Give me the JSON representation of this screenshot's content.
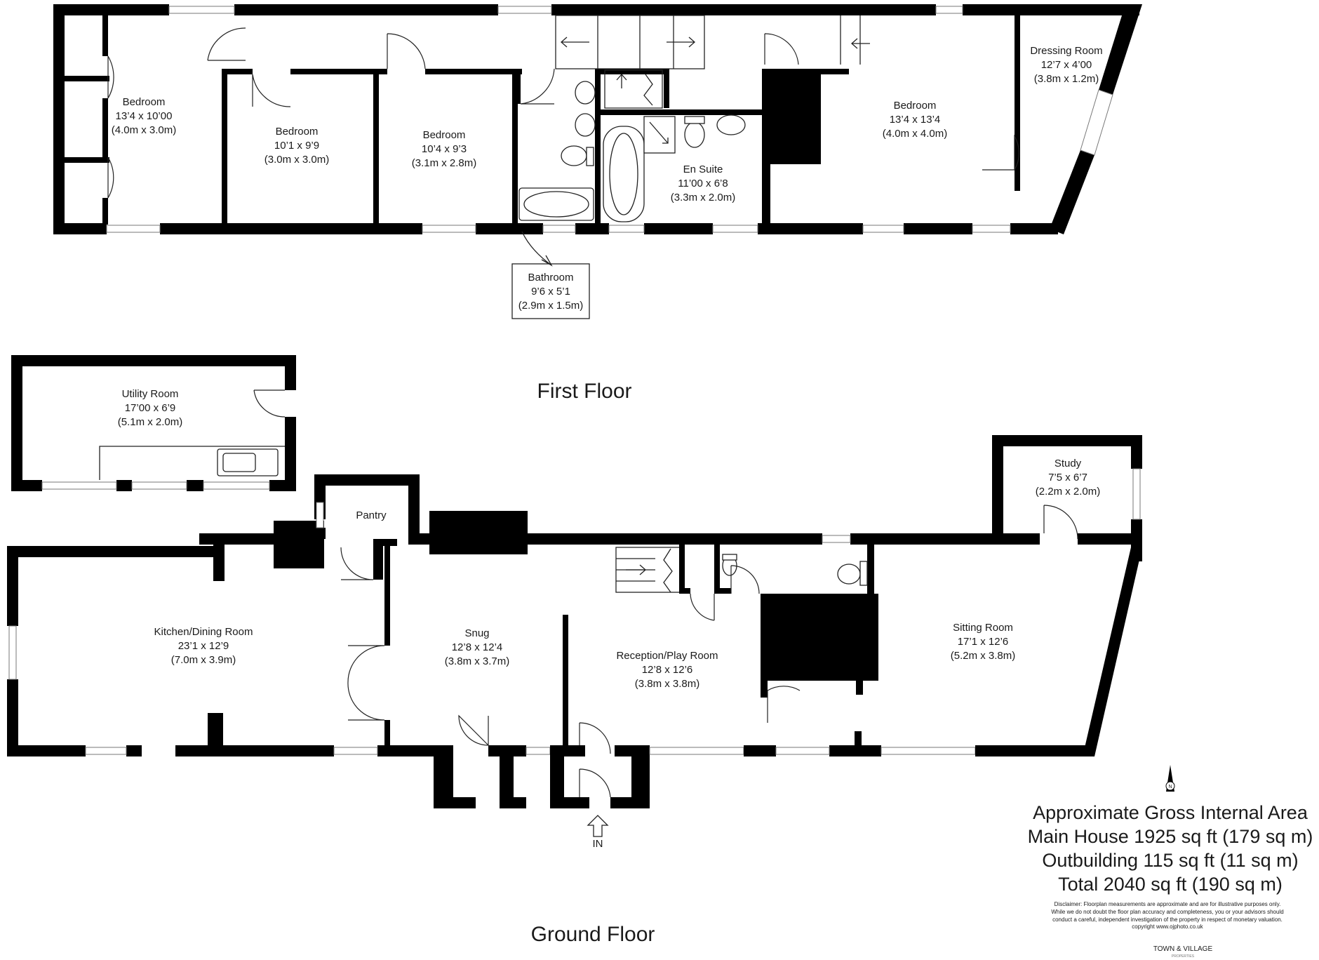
{
  "floors": {
    "first_floor": "First Floor",
    "ground_floor": "Ground Floor"
  },
  "rooms": [
    {
      "id": "bedroom-1",
      "name": "Bedroom",
      "imperial": "13’4 x 10’00",
      "metric": "(4.0m x 3.0m)"
    },
    {
      "id": "bedroom-2",
      "name": "Bedroom",
      "imperial": "10’1 x 9’9",
      "metric": "(3.0m x 3.0m)"
    },
    {
      "id": "bedroom-3",
      "name": "Bedroom",
      "imperial": "10’4 x 9’3",
      "metric": "(3.1m x 2.8m)"
    },
    {
      "id": "bathroom",
      "name": "Bathroom",
      "imperial": "9’6 x 5’1",
      "metric": "(2.9m x 1.5m)"
    },
    {
      "id": "en-suite",
      "name": "En Suite",
      "imperial": "11’00 x 6’8",
      "metric": "(3.3m x 2.0m)"
    },
    {
      "id": "bedroom-4",
      "name": "Bedroom",
      "imperial": "13’4 x 13’4",
      "metric": "(4.0m x 4.0m)"
    },
    {
      "id": "dressing-room",
      "name": "Dressing Room",
      "imperial": "12’7 x 4’00",
      "metric": "(3.8m x 1.2m)"
    },
    {
      "id": "utility-room",
      "name": "Utility Room",
      "imperial": "17’00 x 6’9",
      "metric": "(5.1m x 2.0m)"
    },
    {
      "id": "pantry",
      "name": "Pantry"
    },
    {
      "id": "kitchen-dining",
      "name": "Kitchen/Dining Room",
      "imperial": "23’1 x 12’9",
      "metric": "(7.0m x 3.9m)"
    },
    {
      "id": "snug",
      "name": "Snug",
      "imperial": "12’8 x 12’4",
      "metric": "(3.8m x 3.7m)"
    },
    {
      "id": "reception-play",
      "name": "Reception/Play Room",
      "imperial": "12’8 x 12’6",
      "metric": "(3.8m x 3.8m)"
    },
    {
      "id": "sitting-room",
      "name": "Sitting Room",
      "imperial": "17’1 x 12’6",
      "metric": "(5.2m x 3.8m)"
    },
    {
      "id": "study",
      "name": "Study",
      "imperial": "7’5 x 6’7",
      "metric": "(2.2m x 2.0m)"
    }
  ],
  "entrance_label": "IN",
  "compass_label": "N",
  "area": {
    "title": "Approximate Gross Internal Area",
    "main_house": "Main House 1925 sq ft (179 sq m)",
    "outbuilding": "Outbuilding 115 sq ft (11 sq m)",
    "total": "Total 2040 sq ft (190 sq m)"
  },
  "disclaimer": [
    "Disclaimer: Floorplan measurements are approximate and are for illustrative purposes only.",
    "While we do not doubt the floor plan accuracy and completeness, you or your advisors should",
    "conduct a careful, independent investigation of the property in respect of monetary valuation.",
    "copyright www.ojphoto.co.uk"
  ],
  "brand": {
    "name": "TOWN & VILLAGE",
    "sub": "PROPERTIES"
  },
  "colors": {
    "wall": "#000000",
    "text": "#1a1a1a",
    "background": "#ffffff"
  }
}
